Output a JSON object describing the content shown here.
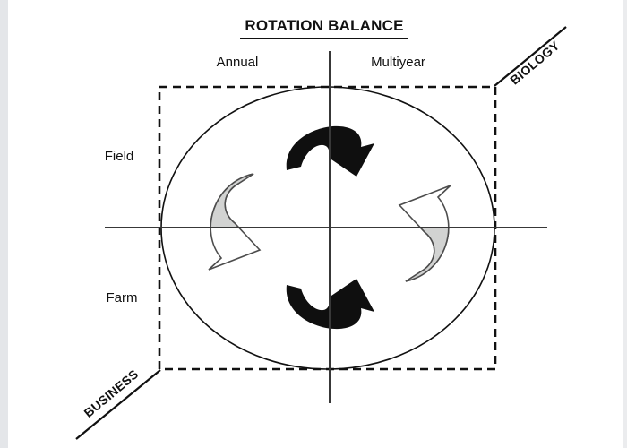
{
  "diagram": {
    "title": "ROTATION BALANCE",
    "columns": {
      "left": "Annual",
      "right": "Multiyear"
    },
    "rows": {
      "top": "Field",
      "bottom": "Farm"
    },
    "corners": {
      "top_right": "BIOLOGY",
      "bottom_left": "BUSINESS"
    },
    "colors": {
      "black_arrow": "#0f0f0f",
      "gray_arrow_fill": "#d2d3d2",
      "gray_arrow_outline": "#4d4d4d",
      "axis_line": "#383838",
      "boundary": "#111111",
      "page_edge_left": "#e4e6e9",
      "page_edge_right": "#ebecee"
    },
    "icons": {
      "top_arrow": "black-curved-arrow-over-top-left-to-right",
      "bottom_arrow": "black-curved-arrow-under-bottom-left-to-right",
      "left_arrow": "gray-outline-curved-arrow-down-around-left",
      "right_arrow": "gray-outline-curved-arrow-up-around-right"
    }
  }
}
